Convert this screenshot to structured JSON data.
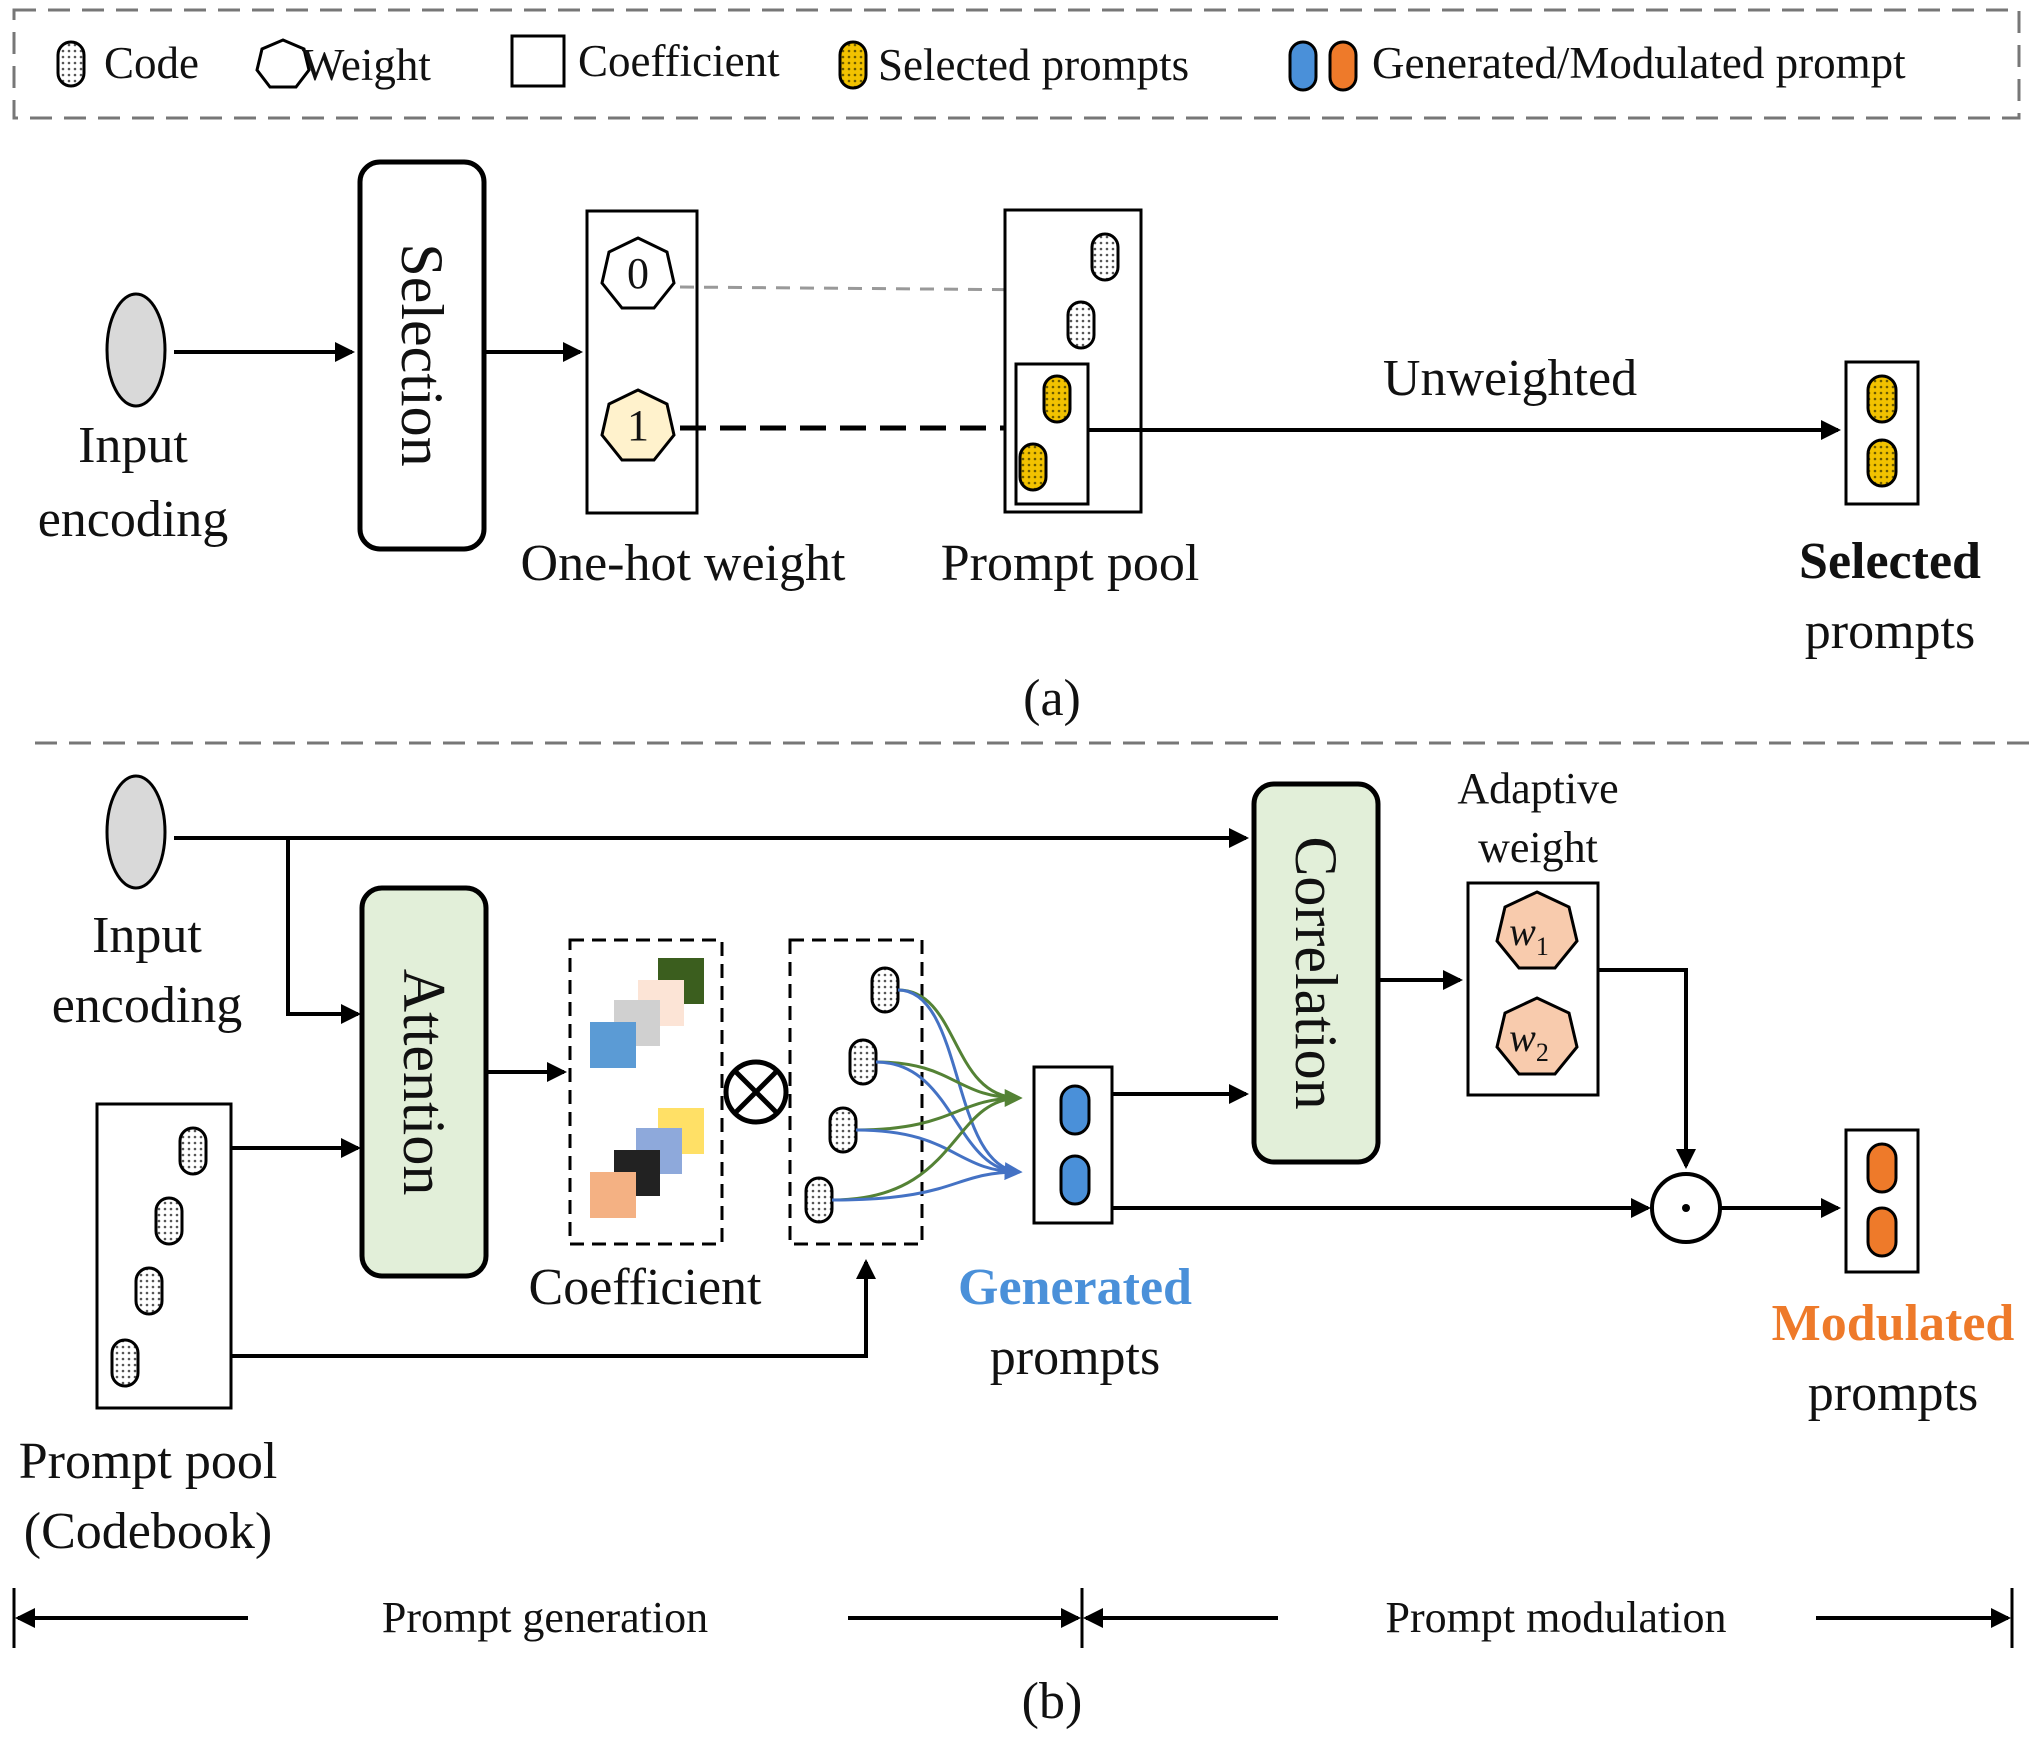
{
  "legend": {
    "code": "Code",
    "weight": "Weight",
    "coefficient": "Coefficient",
    "selected": "Selected prompts",
    "generated_modulated": "Generated/Modulated prompt"
  },
  "panel_a": {
    "input_line1": "Input",
    "input_line2": "encoding",
    "selection": "Selection",
    "weight_zero": "0",
    "weight_one": "1",
    "onehot": "One-hot weight",
    "pool": "Prompt pool",
    "unweighted": "Unweighted",
    "selected_bold": "Selected",
    "selected_rest": "prompts",
    "caption": "(a)"
  },
  "panel_b": {
    "input_line1": "Input",
    "input_line2": "encoding",
    "attention": "Attention",
    "coefficient": "Coefficient",
    "pool_line1": "Prompt pool",
    "pool_line2": "(Codebook)",
    "generated_colored": "Generated",
    "generated_rest": "prompts",
    "correlation": "Correlation",
    "adaptive_line1": "Adaptive",
    "adaptive_line2": "weight",
    "w_letter": "w",
    "w1_sub": "1",
    "w2_sub": "2",
    "modulated_colored": "Modulated",
    "modulated_rest": "prompts",
    "gen_stage": "Prompt generation",
    "mod_stage": "Prompt modulation",
    "caption": "(b)"
  },
  "colors": {
    "selected_fill": "#F2C200",
    "generated_fill": "#4A90D9",
    "generated_text": "#4A90D9",
    "modulated_fill": "#EE7A2A",
    "modulated_text": "#EE7A2A",
    "block_fill": "#E2EFD9",
    "hex_one_fill": "#FFF2CC",
    "hex_w_fill": "#F8CBAD",
    "green_line": "#548235",
    "blue_line": "#4472C4"
  }
}
